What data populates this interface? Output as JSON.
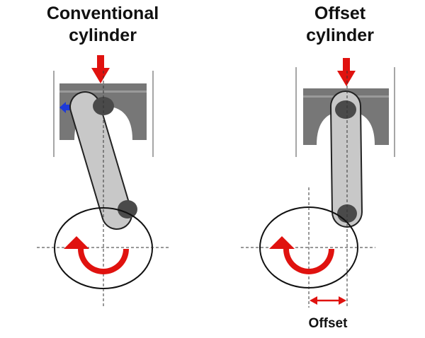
{
  "diagram": {
    "left": {
      "title_line1": "Conventional",
      "title_line2": "cylinder"
    },
    "right": {
      "title_line1": "Offset",
      "title_line2": "cylinder",
      "offset_label": "Offset"
    }
  },
  "colors": {
    "force_arrow": "#e0120f",
    "rotation_arrow": "#e0120f",
    "side_thrust_arrow": "#1e3ad8",
    "piston": "#777777",
    "connecting_rod": "#c8c8c8",
    "pin": "#4a4a4a",
    "outline": "#111111",
    "centerline": "#333333"
  },
  "icons": {
    "force": "down-arrow-icon",
    "rotation": "rotation-arrow-icon",
    "side_thrust": "left-arrow-icon",
    "offset_dimension": "double-arrow-icon"
  }
}
